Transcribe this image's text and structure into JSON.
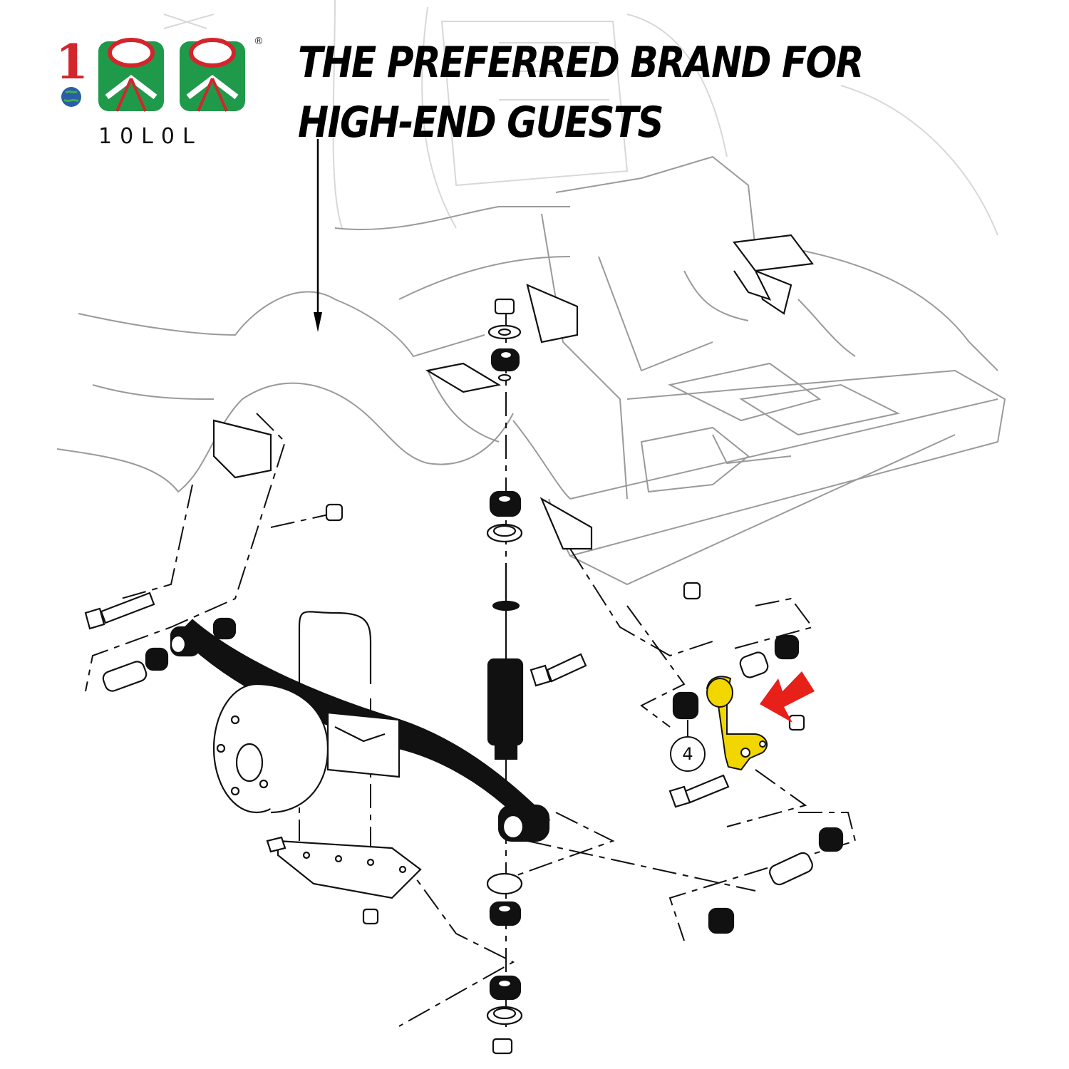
{
  "headline": "THE PREFERRED BRAND FOR HIGH-END GUESTS",
  "brand": {
    "name": "10L0L",
    "registered_mark": "®",
    "colors": {
      "red": "#d2262c",
      "green": "#1f9a4a",
      "globe": "#2a5fa8"
    }
  },
  "diagram": {
    "callout_number": "4",
    "colors": {
      "highlight": "#f2d600",
      "arrow": "#e8201a"
    }
  }
}
